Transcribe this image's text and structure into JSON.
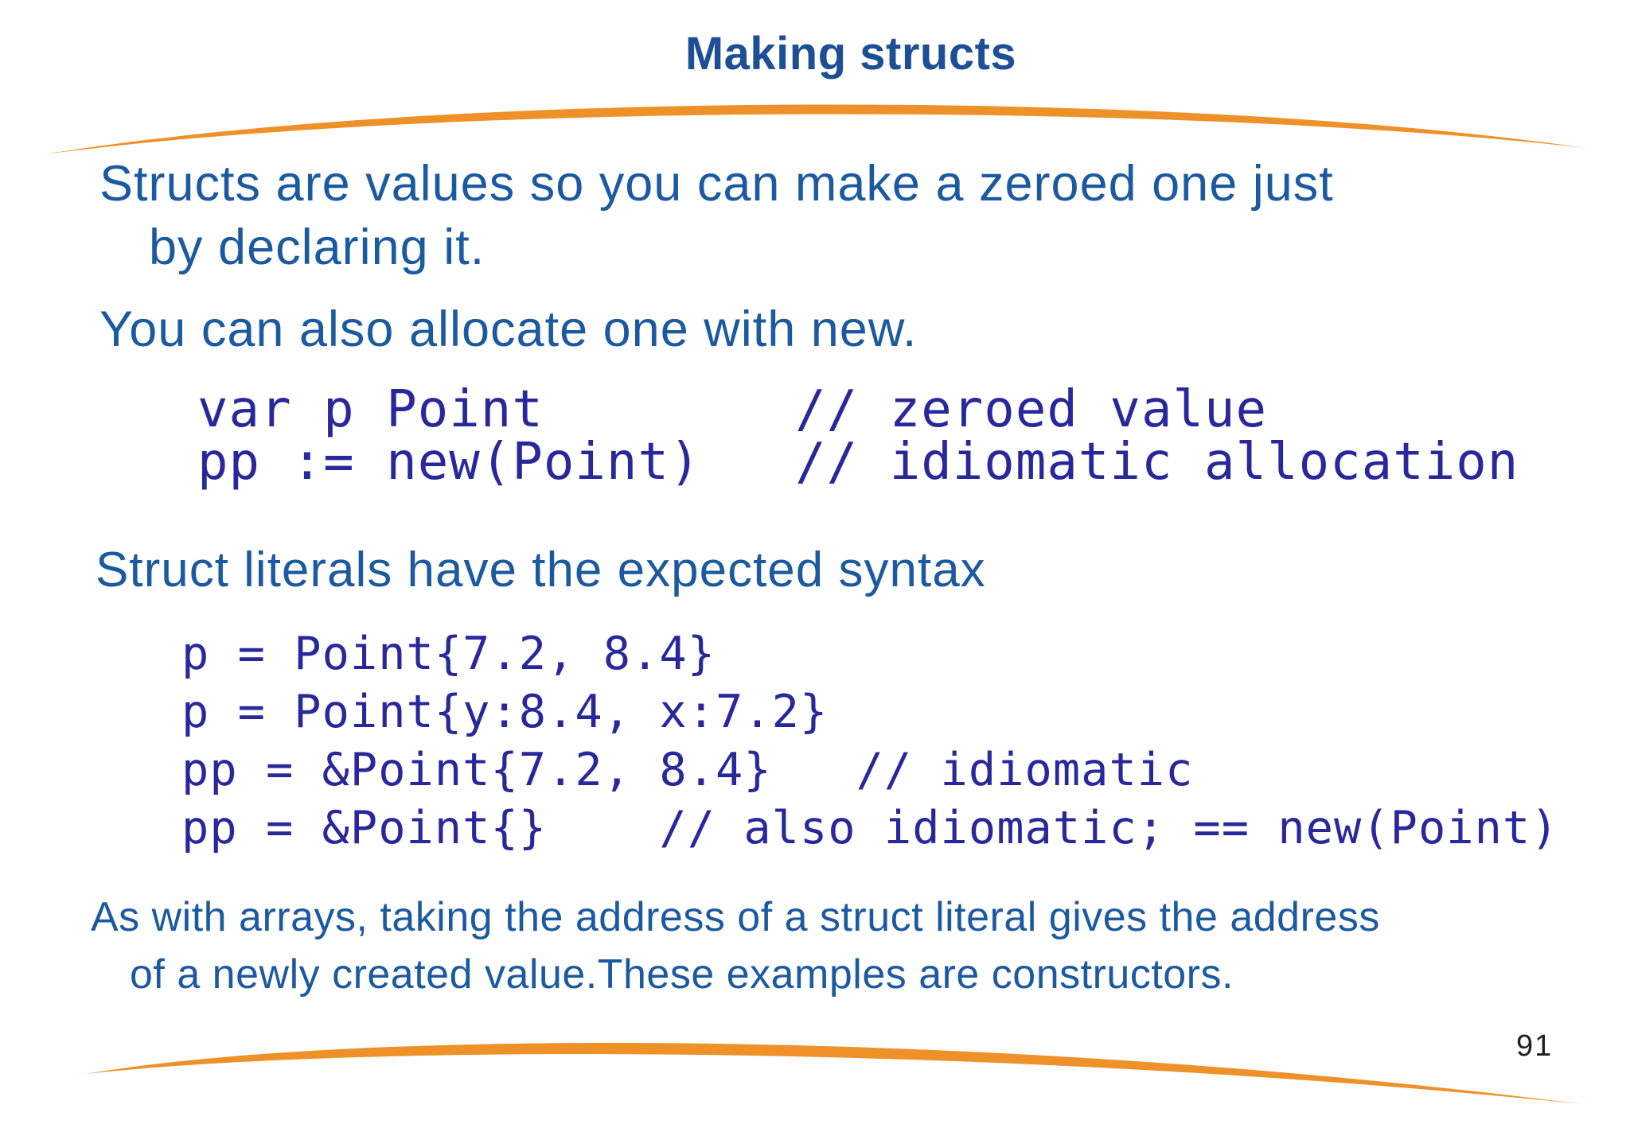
{
  "slide": {
    "title": "Making structs",
    "page_number": "91",
    "colors": {
      "background": "#ffffff",
      "title": "#1d4f96",
      "body": "#1b5aa0",
      "code": "#28289c",
      "swoosh": "#ee9129",
      "page_number": "#1f1f1f"
    },
    "paragraph1": {
      "lines": [
        "Structs are values so you can make a zeroed one just",
        "by declaring it.",
        "You can also allocate one with new."
      ]
    },
    "code_block1": {
      "lines": [
        "var p Point        // zeroed value",
        "pp := new(Point)   // idiomatic allocation"
      ]
    },
    "heading2": "Struct literals have the expected syntax",
    "code_block2": {
      "lines": [
        "p = Point{7.2, 8.4}",
        "p = Point{y:8.4, x:7.2}",
        "pp = &Point{7.2, 8.4}   // idiomatic",
        "pp = &Point{}    // also idiomatic; == new(Point)"
      ]
    },
    "paragraph2": {
      "lines": [
        "As with arrays, taking the address of a struct literal gives the address",
        "of a newly created value.These examples are constructors."
      ]
    }
  }
}
